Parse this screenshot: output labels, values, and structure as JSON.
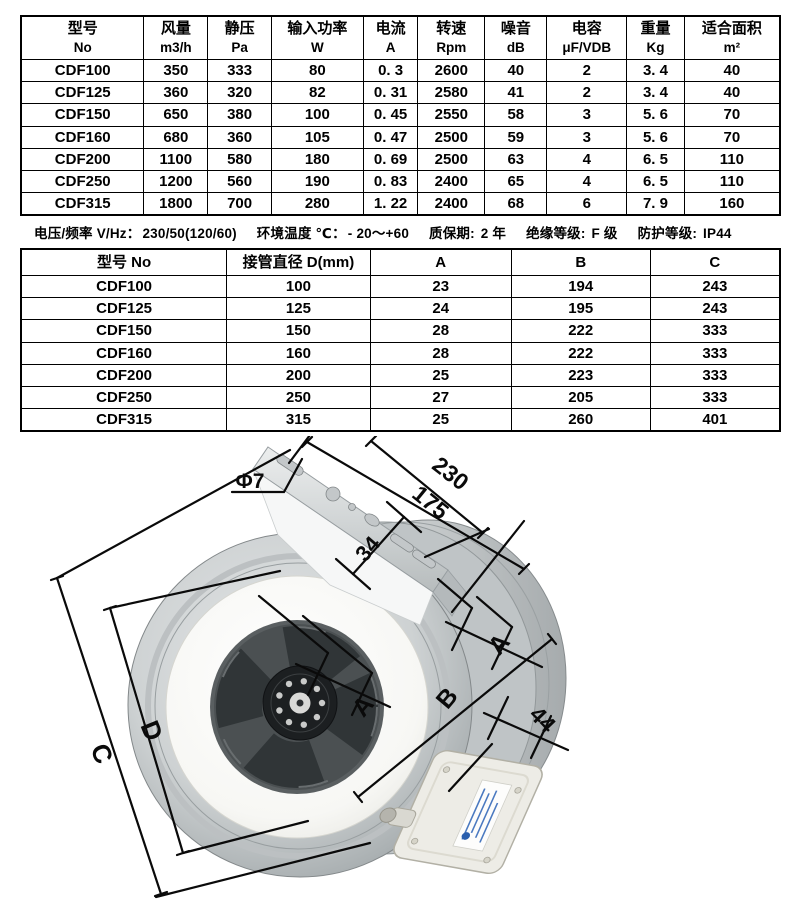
{
  "spec_table": {
    "columns": [
      {
        "t": "型号",
        "s": "No"
      },
      {
        "t": "风量",
        "s": "m3/h"
      },
      {
        "t": "静压",
        "s": "Pa"
      },
      {
        "t": "输入功率",
        "s": "W"
      },
      {
        "t": "电流",
        "s": "A"
      },
      {
        "t": "转速",
        "s": "Rpm"
      },
      {
        "t": "噪音",
        "s": "dB"
      },
      {
        "t": "电容",
        "s": "μF/VDB"
      },
      {
        "t": "重量",
        "s": "Kg"
      },
      {
        "t": "适合面积",
        "s": "m²"
      }
    ],
    "rows": [
      [
        "CDF100",
        "350",
        "333",
        "80",
        "0. 3",
        "2600",
        "40",
        "2",
        "3. 4",
        "40"
      ],
      [
        "CDF125",
        "360",
        "320",
        "82",
        "0. 31",
        "2580",
        "41",
        "2",
        "3. 4",
        "40"
      ],
      [
        "CDF150",
        "650",
        "380",
        "100",
        "0. 45",
        "2550",
        "58",
        "3",
        "5. 6",
        "70"
      ],
      [
        "CDF160",
        "680",
        "360",
        "105",
        "0. 47",
        "2500",
        "59",
        "3",
        "5. 6",
        "70"
      ],
      [
        "CDF200",
        "1100",
        "580",
        "180",
        "0. 69",
        "2500",
        "63",
        "4",
        "6. 5",
        "110"
      ],
      [
        "CDF250",
        "1200",
        "560",
        "190",
        "0. 83",
        "2400",
        "65",
        "4",
        "6. 5",
        "110"
      ],
      [
        "CDF315",
        "1800",
        "700",
        "280",
        "1. 22",
        "2400",
        "68",
        "6",
        "7. 9",
        "160"
      ]
    ]
  },
  "note": {
    "voltage_label": "电压/频率 V/Hz：",
    "voltage": "230/50(120/60)",
    "temp_label": "环境温度 ℃：",
    "temp": "- 20～+60",
    "warranty_label": "质保期:",
    "warranty": "2 年",
    "insulation_label": "绝缘等级:",
    "insulation": "F 级",
    "protection_label": "防护等级:",
    "protection": "IP44"
  },
  "dim_table": {
    "columns": [
      {
        "t": "型号 No"
      },
      {
        "t": "接管直径 D(mm)"
      },
      {
        "t": "A"
      },
      {
        "t": "B"
      },
      {
        "t": "C"
      }
    ],
    "rows": [
      [
        "CDF100",
        "100",
        "23",
        "194",
        "243"
      ],
      [
        "CDF125",
        "125",
        "24",
        "195",
        "243"
      ],
      [
        "CDF150",
        "150",
        "28",
        "222",
        "333"
      ],
      [
        "CDF160",
        "160",
        "28",
        "222",
        "333"
      ],
      [
        "CDF200",
        "200",
        "25",
        "223",
        "333"
      ],
      [
        "CDF250",
        "250",
        "27",
        "205",
        "333"
      ],
      [
        "CDF315",
        "315",
        "25",
        "260",
        "401"
      ]
    ]
  },
  "diagram": {
    "labels": {
      "phi": "Φ7",
      "len_total": "230",
      "hole_span": "175",
      "flange": "34",
      "dim_a": "A",
      "dim_b": "B",
      "dim_c": "C",
      "dim_d": "D",
      "box_depth": "44"
    },
    "colors": {
      "line": "#0a0a0a",
      "metal": "#c2c6c8",
      "white_ring": "#f8f8f5",
      "impeller": "#4b5052",
      "hub": "#1c1f21",
      "box": "#edece6",
      "sticker_text": "#4a79c0"
    }
  }
}
